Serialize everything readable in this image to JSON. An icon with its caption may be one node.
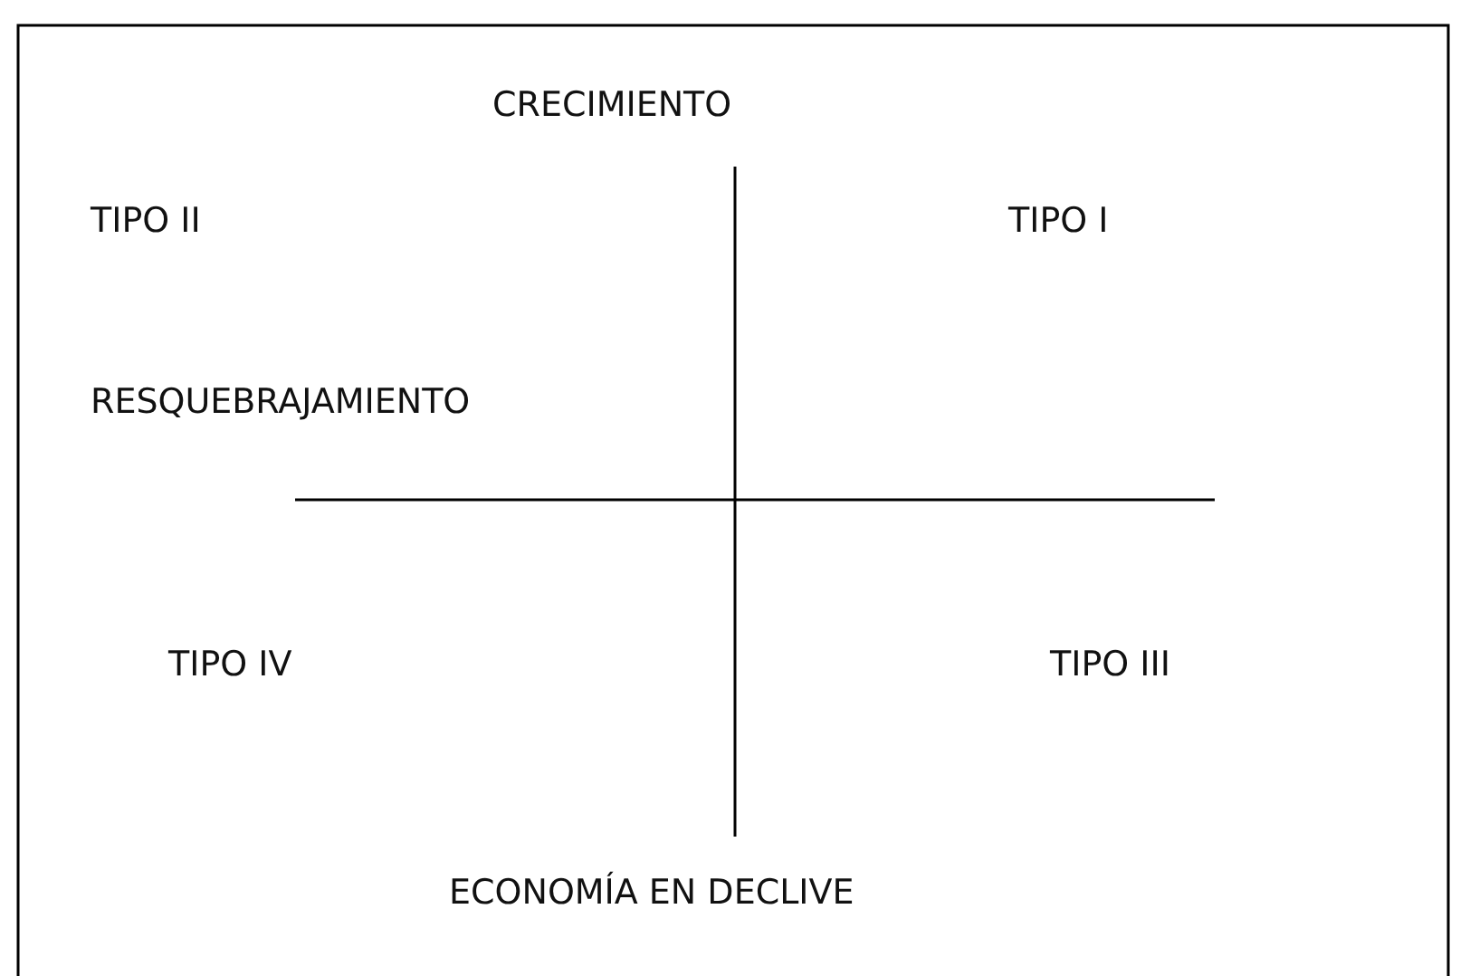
{
  "diagram": {
    "labels": [
      "CRECIMIENTO",
      "TIPO II",
      "TIPO I",
      "RESQUEBRAJAMIENTO",
      "TIPO IV",
      "TIPO III",
      "ECONOMÍA EN DECLIVE"
    ]
  }
}
